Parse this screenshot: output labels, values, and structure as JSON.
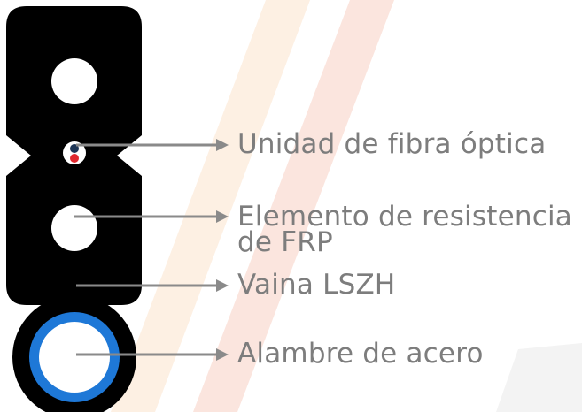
{
  "labels": {
    "fiber_unit": "Unidad de fibra óptica",
    "strength_member_line1": "Elemento de resistencia",
    "strength_member_line2": "de FRP",
    "sheath": "Vaina LSZH",
    "steel_wire": "Alambre de acero"
  },
  "colors": {
    "label_text": "#7d7d7d",
    "leader_line": "#8a8a8a",
    "cable_body": "#000000",
    "steel_wire_ring": "#1e78d7",
    "fiber_core_red": "#e0282e",
    "fiber_core_dark": "#1d3556",
    "watermark_red": "#fbe5de",
    "watermark_orange": "#fdf0e3",
    "watermark_grey": "#f3f3f3"
  }
}
